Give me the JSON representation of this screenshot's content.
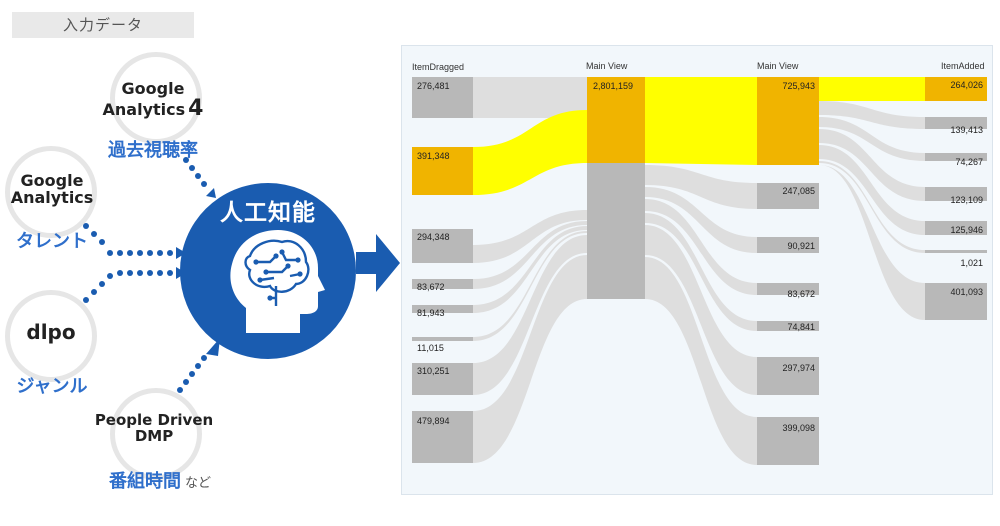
{
  "input_tag": "入力データ",
  "sources": {
    "ga4": {
      "line1": "Google",
      "line2": "Analytics",
      "suffix": "4",
      "sub": "過去視聴率"
    },
    "ga": {
      "line1": "Google",
      "line2": "Analytics",
      "sub": "タレント"
    },
    "dlpo": {
      "name": "dlpo",
      "sub": "ジャンル"
    },
    "dmp": {
      "line1": "People Driven",
      "line2": "DMP",
      "sub": "番組時間",
      "suffix": "など"
    }
  },
  "ai": {
    "title": "人工知能"
  },
  "colors": {
    "brand_blue": "#1a5cb0",
    "label_blue": "#2f6fcb",
    "highlight_yellow": "#ffff00",
    "node_gold": "#f0b400",
    "node_gray": "#b8b8b8",
    "link_gray": "#dedede"
  },
  "sankey": {
    "columns": [
      "ItemDragged",
      "Main View",
      "Main View",
      "ItemAdded"
    ],
    "col0": [
      "276,481",
      "391,348",
      "294,348",
      "83,672",
      "81,943",
      "11,015",
      "310,251",
      "479,894"
    ],
    "col1": [
      "2,801,159"
    ],
    "col2": [
      "725,943",
      "247,085",
      "90,921",
      "83,672",
      "74,841",
      "297,974",
      "399,098"
    ],
    "col3": [
      "264,026",
      "139,413",
      "74,267",
      "123,109",
      "125,946",
      "1,021",
      "401,093"
    ]
  }
}
